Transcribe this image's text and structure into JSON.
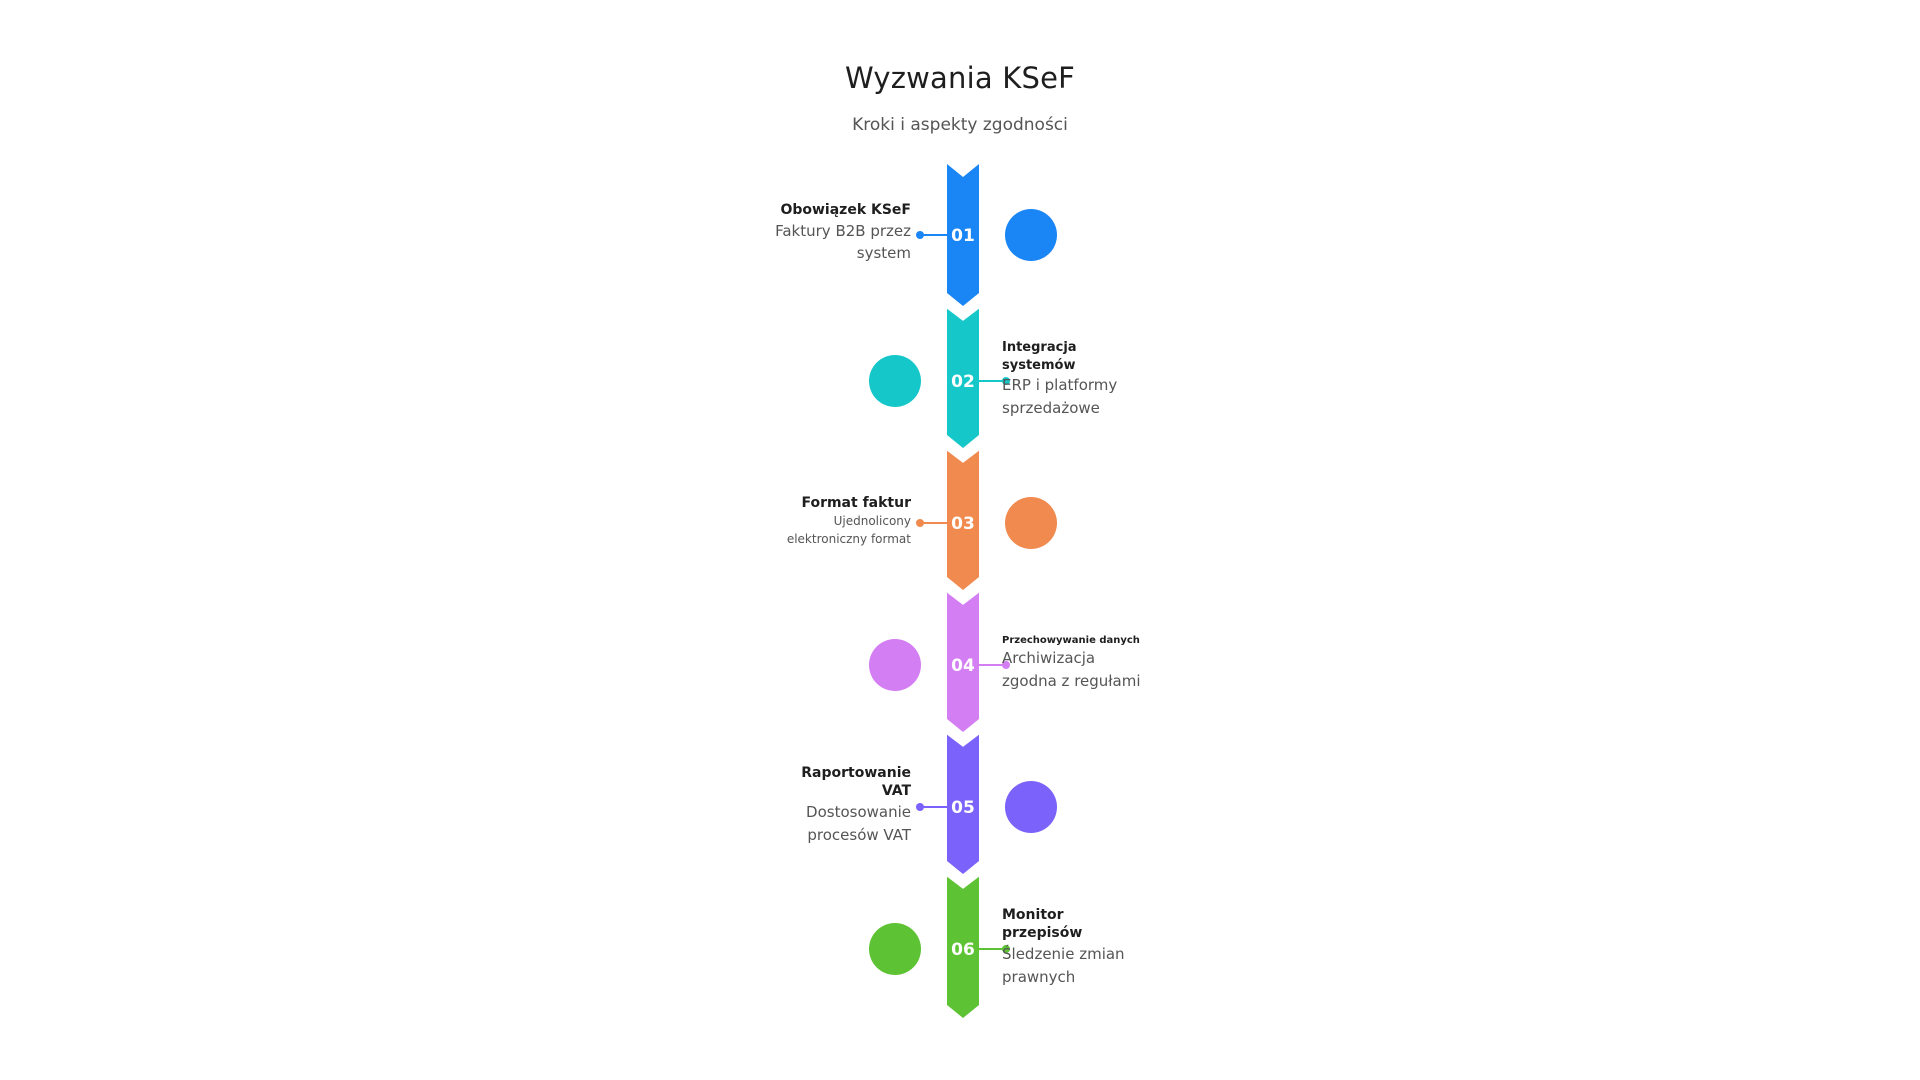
{
  "header": {
    "title": "Wyzwania KSeF",
    "subtitle": "Kroki i aspekty zgodności"
  },
  "steps": [
    {
      "number": "01",
      "title": "Obowiązek KSeF",
      "description": "Faktury B2B przez system",
      "color": "#1a86f5",
      "side": "left"
    },
    {
      "number": "02",
      "title": "Integracja systemów",
      "description": "ERP i platformy sprzedażowe",
      "color": "#16c7c9",
      "side": "right"
    },
    {
      "number": "03",
      "title": "Format faktur",
      "description": "Ujednolicony elektroniczny format",
      "color": "#f08a4f",
      "side": "left"
    },
    {
      "number": "04",
      "title": "Przechowywanie danych",
      "description": "Archiwizacja zgodna z regułami",
      "color": "#d47ef3",
      "side": "right"
    },
    {
      "number": "05",
      "title": "Raportowanie VAT",
      "description": "Dostosowanie procesów VAT",
      "color": "#7a62fb",
      "side": "left"
    },
    {
      "number": "06",
      "title": "Monitor przepisów",
      "description": "Śledzenie zmian prawnych",
      "color": "#5ec334",
      "side": "right"
    }
  ]
}
